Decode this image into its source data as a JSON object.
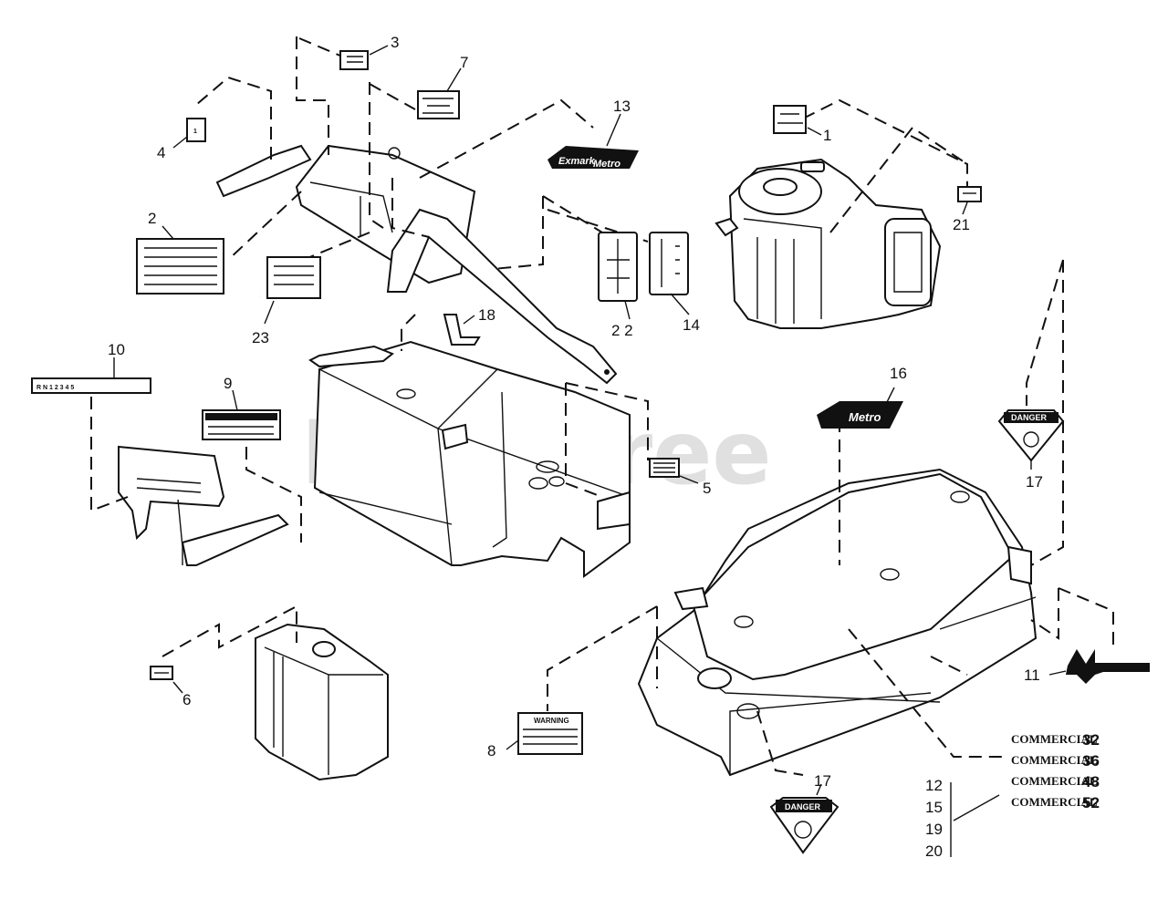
{
  "watermark": "PartsTree",
  "callouts": {
    "n1": "1",
    "n2": "2",
    "n3": "3",
    "n4": "4",
    "n5": "5",
    "n6": "6",
    "n7": "7",
    "n8": "8",
    "n9": "9",
    "n10": "10",
    "n11": "11",
    "n13": "13",
    "n14": "14",
    "n16": "16",
    "n17a": "17",
    "n17b": "17",
    "n18": "18",
    "n21": "21",
    "n22": "2 2",
    "n23": "23",
    "n12": "12",
    "n15": "15",
    "n19": "19",
    "n20": "20"
  },
  "decals": {
    "gear_strip": "R N 1 2 3 4 5",
    "danger_a": "DANGER",
    "danger_b": "DANGER",
    "warning": "WARNING",
    "metro_a": "Metro",
    "metro_b": "Metro",
    "exmark": "Exmark",
    "commercial_label": "COMMERCIAL",
    "commercial_32": "32",
    "commercial_36": "36",
    "commercial_48": "48",
    "commercial_52": "52"
  }
}
